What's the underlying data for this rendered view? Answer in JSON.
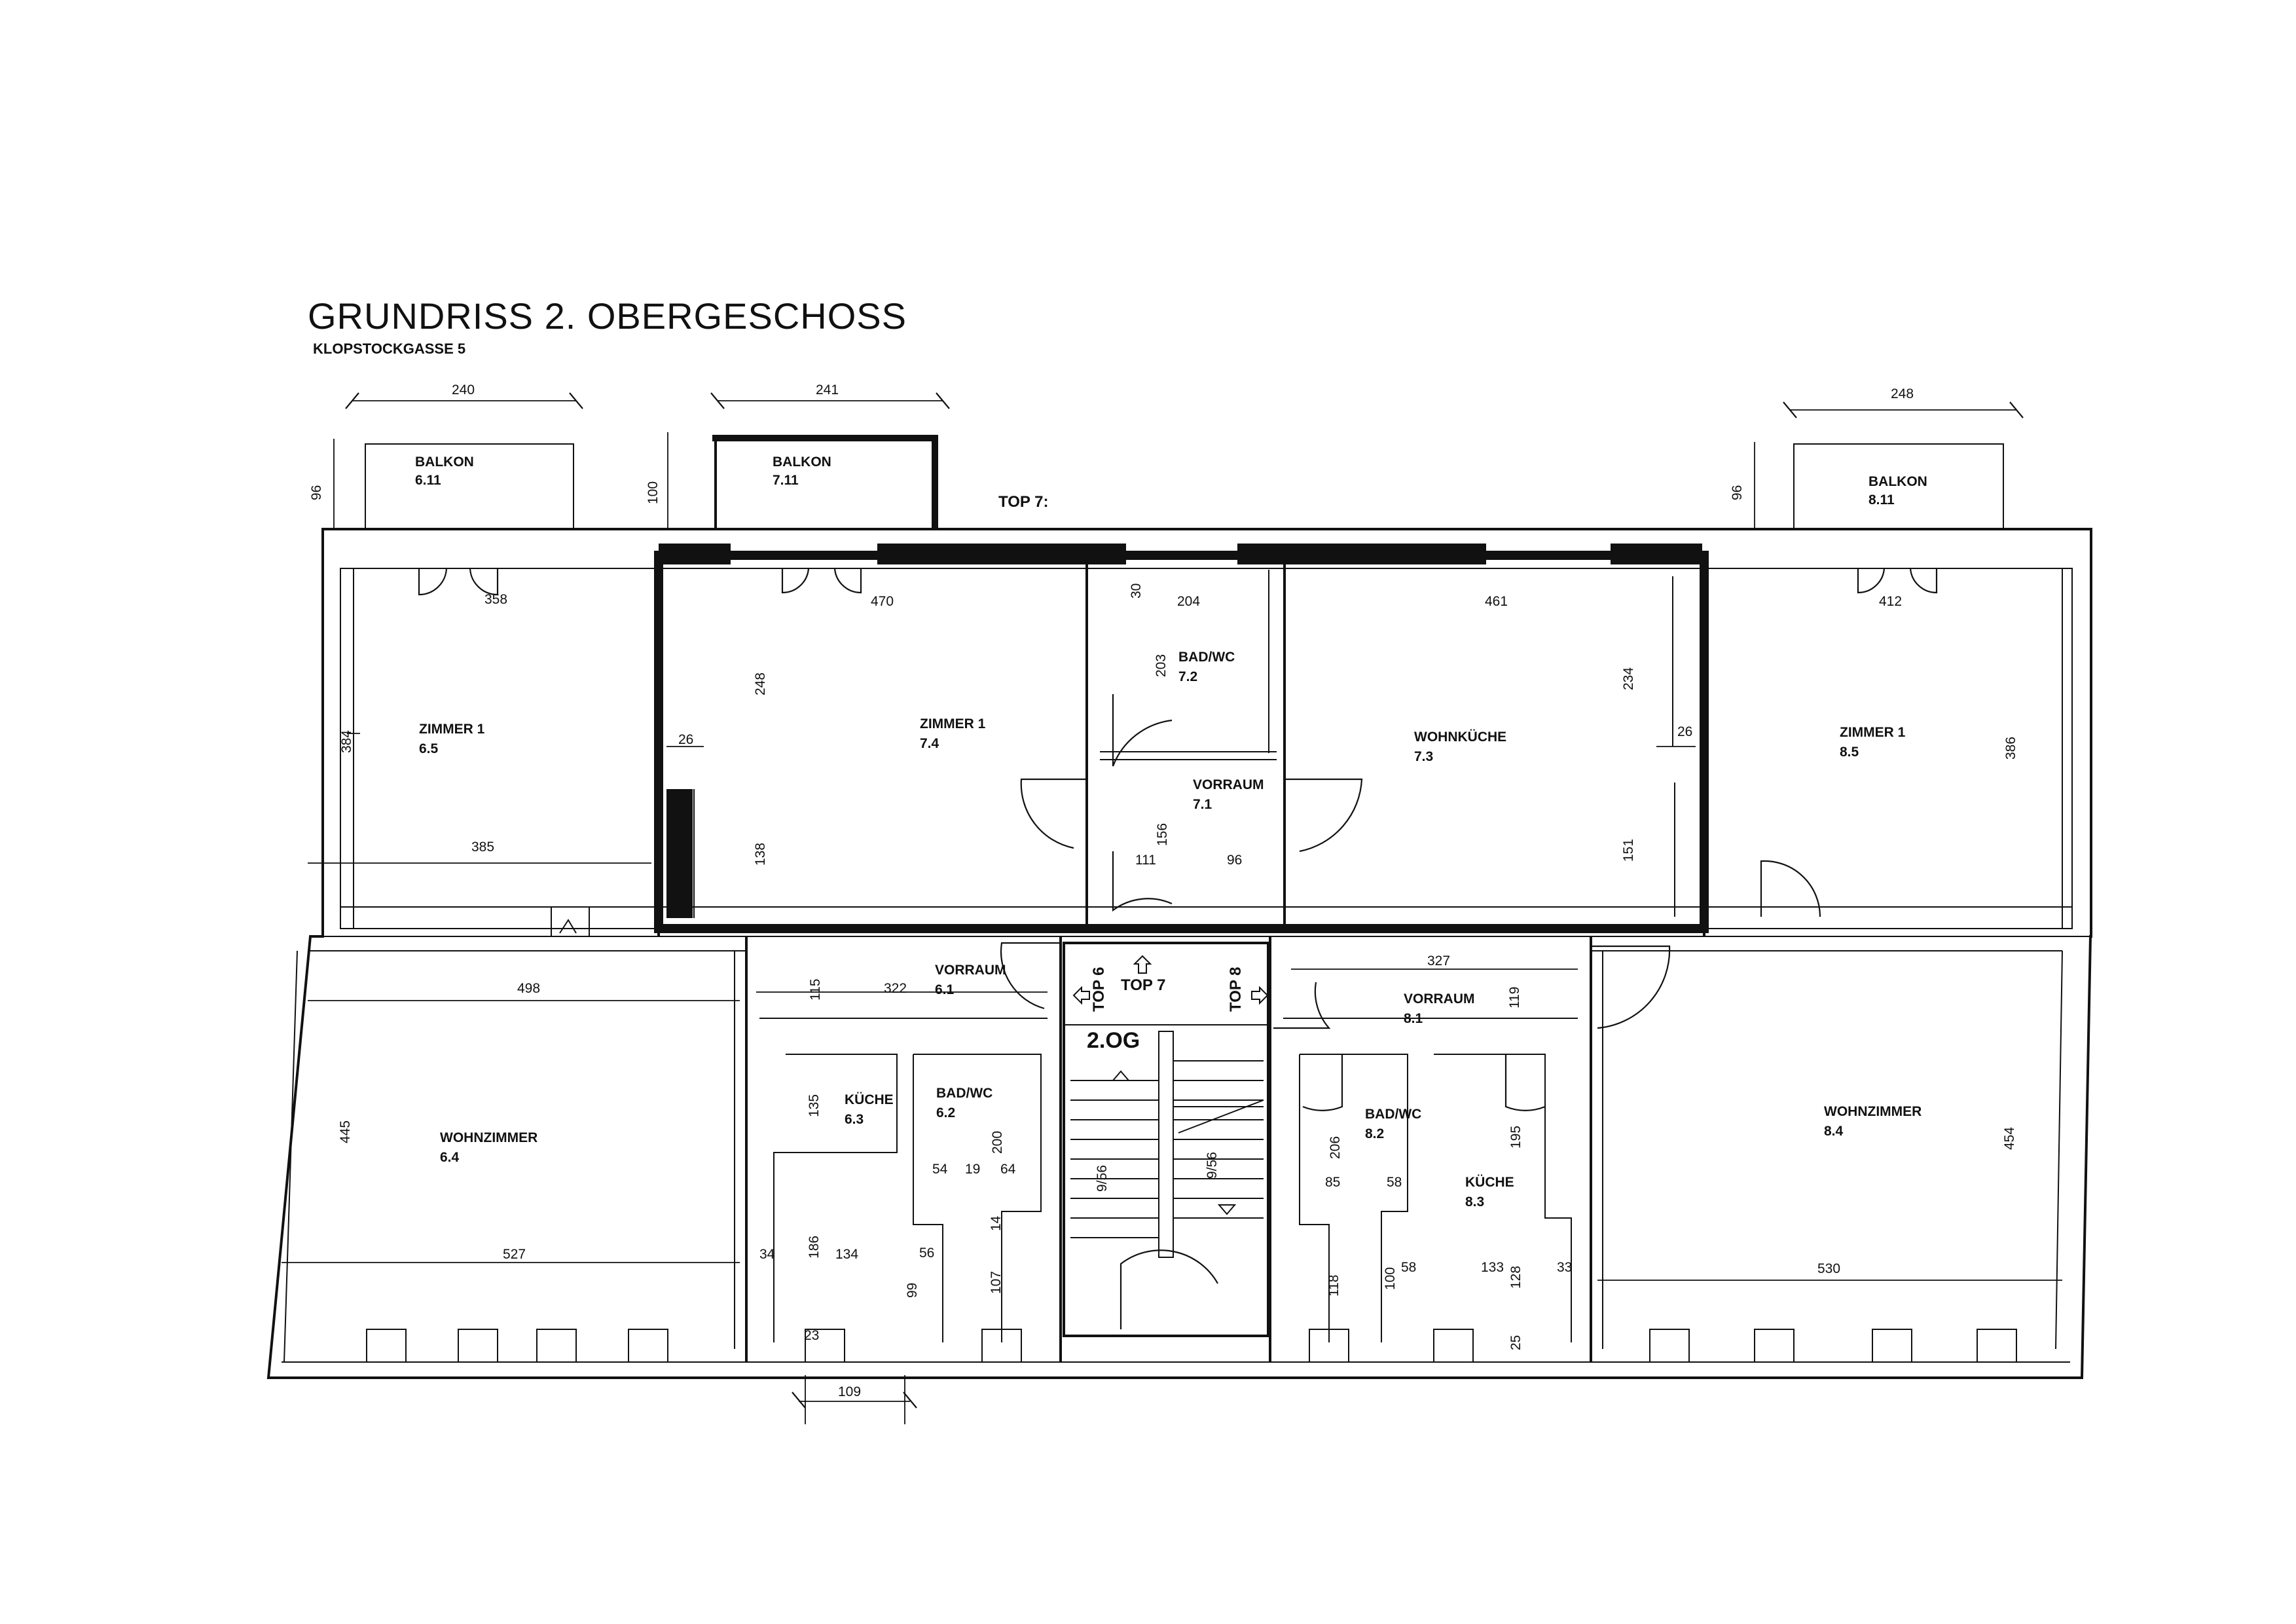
{
  "header": {
    "title": "GRUNDRISS 2. OBERGESCHOSS",
    "subtitle": "KLOPSTOCKGASSE 5"
  },
  "rooms": {
    "balkon_6_11": {
      "name": "BALKON",
      "number": "6.11"
    },
    "balkon_7_11": {
      "name": "BALKON",
      "number": "7.11"
    },
    "balkon_8_11": {
      "name": "BALKON",
      "number": "8.11"
    },
    "zimmer_6_5": {
      "name": "ZIMMER 1",
      "number": "6.5"
    },
    "zimmer_7_4": {
      "name": "ZIMMER 1",
      "number": "7.4"
    },
    "bad_7_2": {
      "name": "BAD/WC",
      "number": "7.2"
    },
    "vorraum_7_1": {
      "name": "VORRAUM",
      "number": "7.1"
    },
    "wohnkueche_7_3": {
      "name": "WOHNKÜCHE",
      "number": "7.3"
    },
    "zimmer_8_5": {
      "name": "ZIMMER 1",
      "number": "8.5"
    },
    "wohnzimmer_6_4": {
      "name": "WOHNZIMMER",
      "number": "6.4"
    },
    "vorraum_6_1": {
      "name": "VORRAUM",
      "number": "6.1"
    },
    "kueche_6_3": {
      "name": "KÜCHE",
      "number": "6.3"
    },
    "bad_6_2": {
      "name": "BAD/WC",
      "number": "6.2"
    },
    "vorraum_8_1": {
      "name": "VORRAUM",
      "number": "8.1"
    },
    "bad_8_2": {
      "name": "BAD/WC",
      "number": "8.2"
    },
    "kueche_8_3": {
      "name": "KÜCHE",
      "number": "8.3"
    },
    "wohnzimmer_8_4": {
      "name": "WOHNZIMMER",
      "number": "8.4"
    }
  },
  "labels": {
    "top7_header": "TOP 7:",
    "top6": "TOP 6",
    "top7": "TOP 7",
    "top8": "TOP 8",
    "floor": "2.OG"
  },
  "dimensions": {
    "balkon_6_11_width": "240",
    "balkon_7_11_width": "241",
    "balkon_8_11_width": "248",
    "balkon_6_11_depth": "96",
    "balkon_7_11_depth": "100",
    "balkon_8_11_depth": "96",
    "z65_top": "358",
    "z65_height": "384",
    "z65_bottom": "385",
    "z74_width": "470",
    "z74_height_upper": "248",
    "z74_height_lower": "138",
    "z74_pier": "26",
    "bad72_width": "204",
    "bad72_offset": "30",
    "bad72_height": "203",
    "vr71_height": "156",
    "vr71_w1": "111",
    "vr71_w2": "96",
    "wk73_width": "461",
    "wk73_height_upper": "234",
    "wk73_height_lower": "151",
    "wk73_pier": "26",
    "z85_width": "412",
    "z85_height": "386",
    "wz64_width_top": "498",
    "wz64_height": "445",
    "wz64_width_bottom": "527",
    "vr61_depth": "115",
    "vr61_width": "322",
    "k63_depth": "135",
    "k63_w1": "34",
    "k63_w2": "186",
    "k63_w3": "134",
    "k63_bottom": "23",
    "b62_height": "200",
    "b62_w1": "54",
    "b62_w2": "19",
    "b62_w3": "64",
    "b62_w4": "56",
    "b62_d1": "99",
    "b62_d2": "107",
    "b62_d3": "14",
    "stair_a": "9/56",
    "stair_b": "9/56",
    "vr81_width": "327",
    "vr81_depth": "119",
    "b82_height": "206",
    "b82_w1": "85",
    "b82_w2": "58",
    "b82_d1": "118",
    "b82_d2": "100",
    "b82_w3": "58",
    "k83_height": "195",
    "k83_w1": "133",
    "k83_w2": "128",
    "k83_w3": "33",
    "k83_bottom": "25",
    "wz84_height": "454",
    "wz84_width": "530",
    "window_width": "109"
  }
}
